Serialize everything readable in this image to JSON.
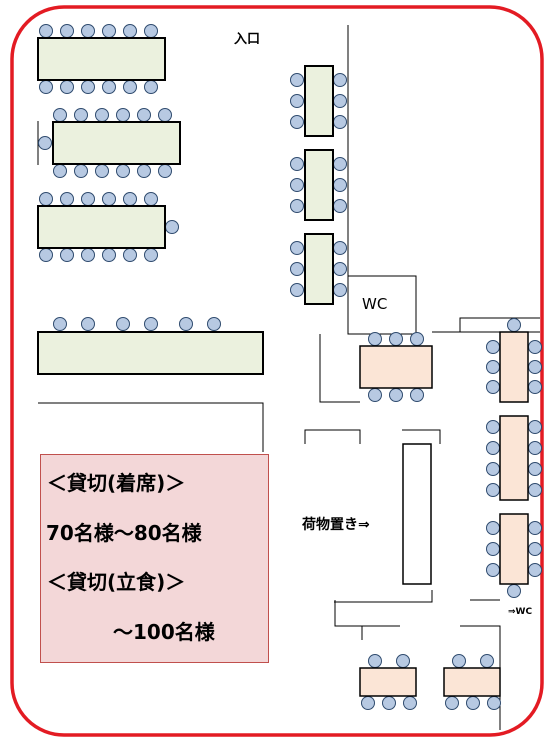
{
  "labels": {
    "entrance": "入口",
    "wc_room": "WC",
    "luggage": "荷物置き⇒",
    "wc_arrow": "⇒WC"
  },
  "info": {
    "line1": "＜貸切(着席)＞",
    "line2": "70名様～80名様",
    "line3": "＜貸切(立食)＞",
    "line4": "～100名様"
  },
  "colors": {
    "frame": "#e31b23",
    "table_green": "#ebf1de",
    "table_peach": "#fbe5d6",
    "chair": "#b7c9e2",
    "chair_stroke": "#2f4b6e",
    "info_box": "#f3d7d8",
    "info_border": "#c0504d"
  }
}
